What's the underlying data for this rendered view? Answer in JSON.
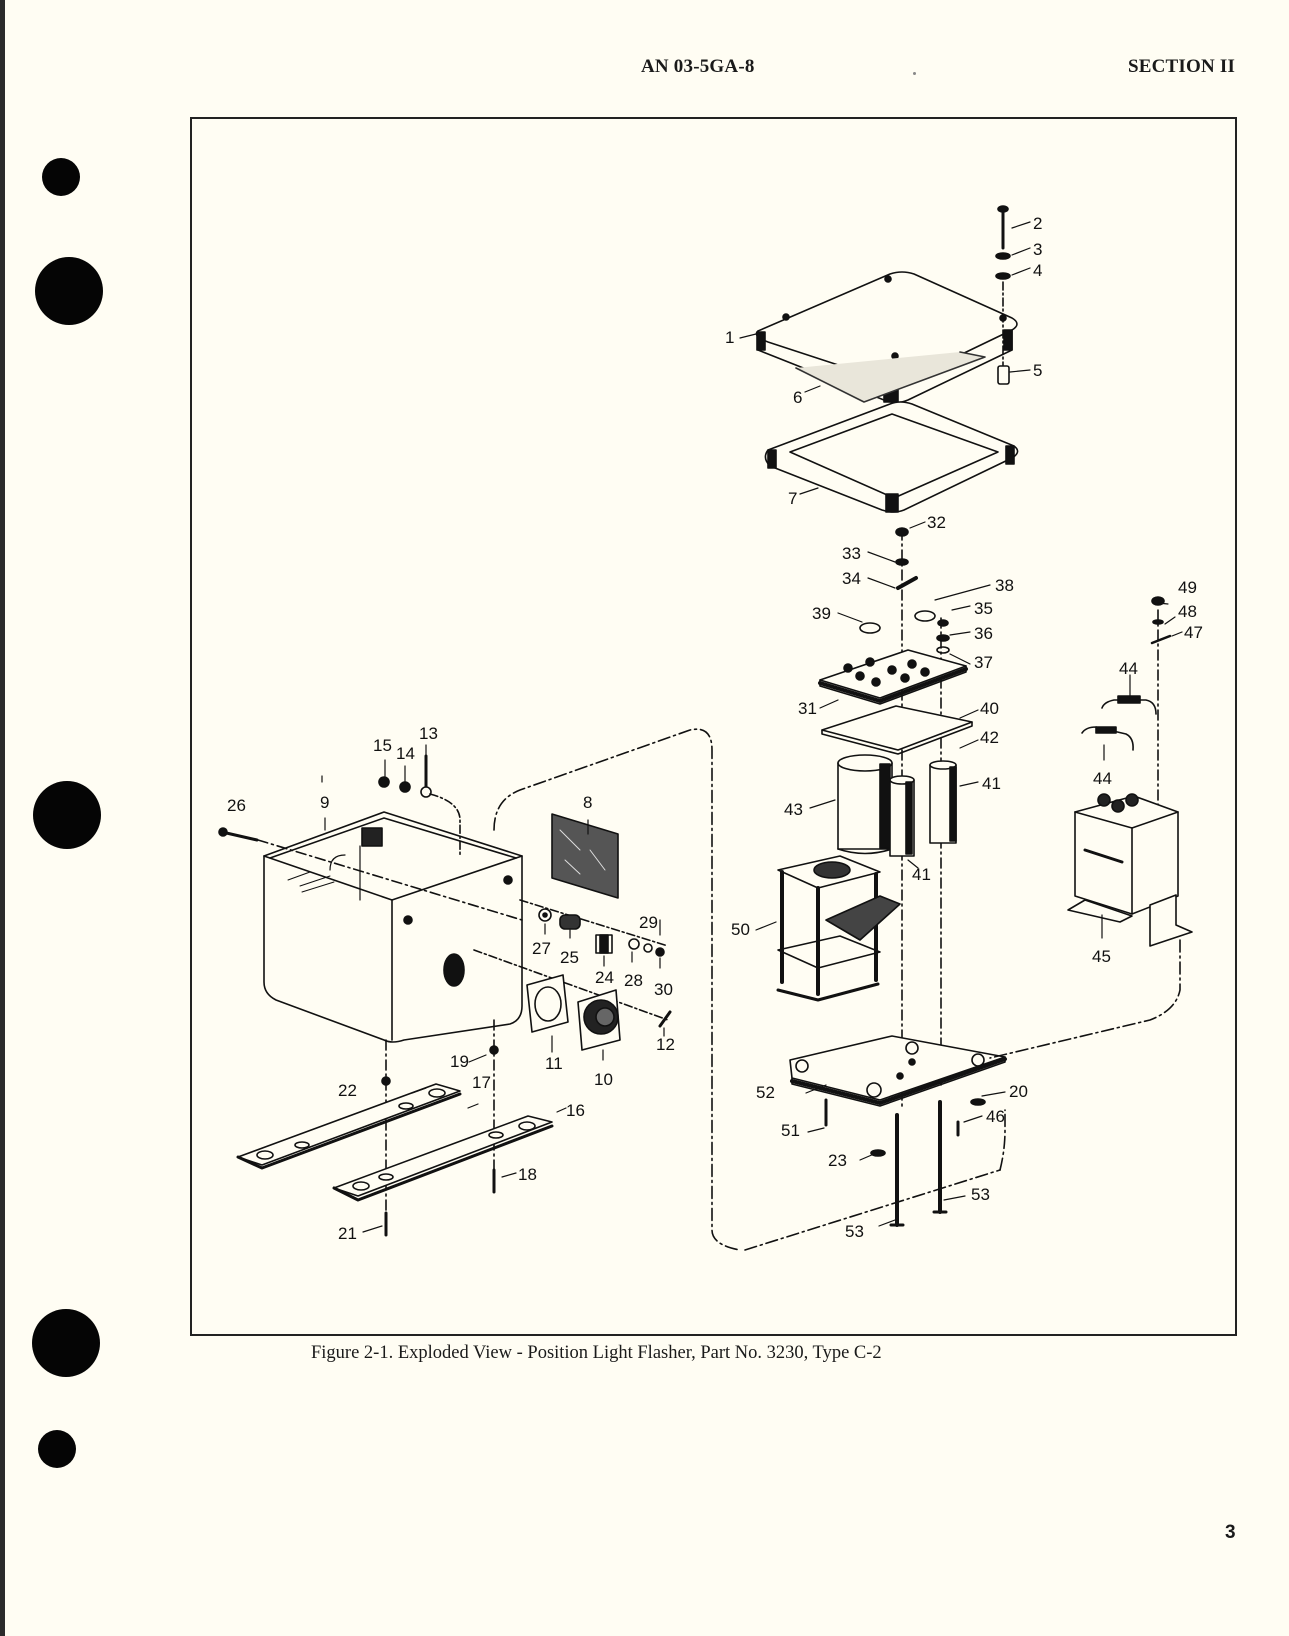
{
  "header": {
    "doc_number": "AN 03-5GA-8",
    "section": "SECTION II"
  },
  "figure": {
    "caption": "Figure 2-1.  Exploded View - Position Light Flasher, Part No. 3230, Type C-2",
    "callouts": {
      "c1": "1",
      "c2": "2",
      "c3": "3",
      "c4": "4",
      "c5": "5",
      "c6": "6",
      "c7": "7",
      "c8": "8",
      "c9": "9",
      "c10": "10",
      "c11": "11",
      "c12": "12",
      "c13": "13",
      "c14": "14",
      "c15": "15",
      "c16": "16",
      "c17": "17",
      "c18": "18",
      "c19": "19",
      "c20": "20",
      "c21": "21",
      "c22": "22",
      "c23": "23",
      "c24": "24",
      "c25": "25",
      "c26": "26",
      "c27": "27",
      "c28": "28",
      "c29": "29",
      "c30": "30",
      "c31": "31",
      "c32": "32",
      "c33": "33",
      "c34": "34",
      "c35": "35",
      "c36": "36",
      "c37": "37",
      "c38": "38",
      "c39": "39",
      "c40": "40",
      "c41a": "41",
      "c41b": "41",
      "c42": "42",
      "c43": "43",
      "c44a": "44",
      "c44b": "44",
      "c45": "45",
      "c46": "46",
      "c47": "47",
      "c48": "48",
      "c49": "49",
      "c50": "50",
      "c51": "51",
      "c52": "52",
      "c53a": "53",
      "c53b": "53"
    }
  },
  "footer": {
    "page_number": "3"
  }
}
